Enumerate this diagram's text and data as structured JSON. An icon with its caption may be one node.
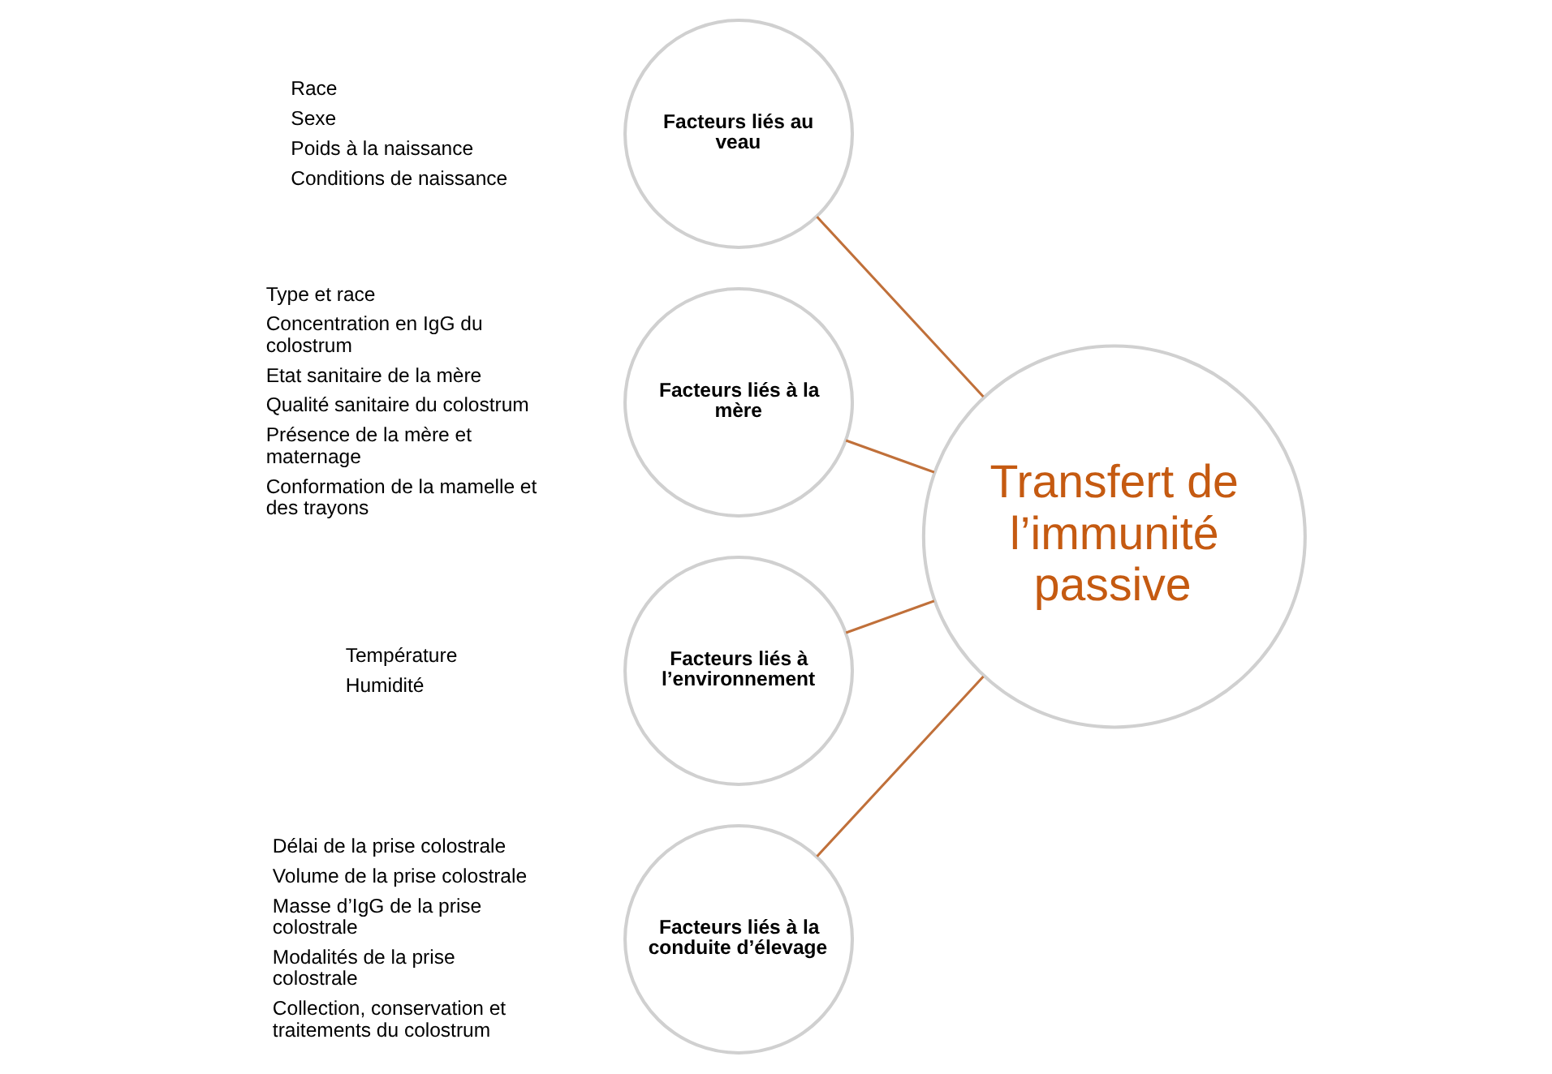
{
  "diagram": {
    "nodes": [
      {
        "text": [
          "Facteurs liés au veau"
        ],
        "beside": [
          "Race",
          "Sexe",
          "Poids à la naissance",
          "Conditions de naissance"
        ]
      },
      {
        "text": [
          "Facteurs liés à la mère"
        ],
        "beside": [
          "Type et race",
          "Concentration en IgG du colostrum",
          "Etat sanitaire de la mère",
          "Qualité sanitaire du colostrum",
          "Présence de la mère et maternage",
          "Conformation de la mamelle et des trayons"
        ]
      },
      {
        "text": [
          "Transfert de l’immunité passive"
        ]
      },
      {
        "text": [
          "Facteurs liés à l’environnement"
        ],
        "beside": [
          "Température",
          "Humidité"
        ]
      },
      {
        "text": [
          "Facteurs liés à la conduite d’élevage"
        ],
        "beside": [
          "Délai de la prise colostrale",
          "Volume de la prise colostrale",
          "Masse d’IgG de la prise colostrale",
          "Modalités de la prise colostrale",
          "Collection, conservation et traitements du colostrum"
        ]
      }
    ],
    "edges": [
      {
        "from": 0,
        "to": 2,
        "arrow": "none"
      },
      {
        "from": 1,
        "to": 2,
        "arrow": "none"
      },
      {
        "from": 3,
        "to": 2,
        "arrow": "none"
      },
      {
        "from": 4,
        "to": 2,
        "arrow": "none"
      }
    ]
  }
}
